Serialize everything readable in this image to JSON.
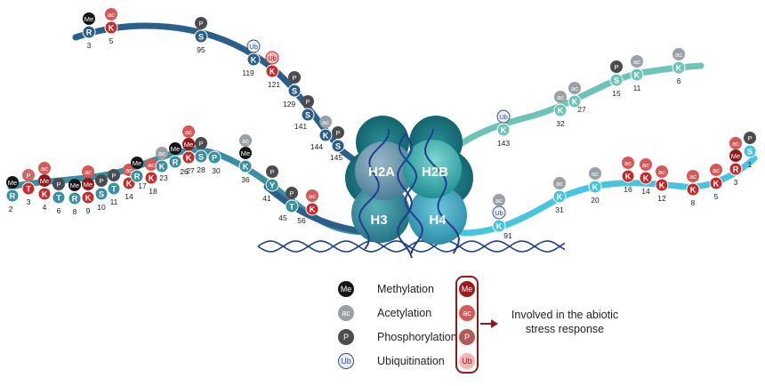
{
  "colors": {
    "methyl": "#151515",
    "acetyl": "#9aa0a6",
    "phospho": "#4a4c50",
    "ubiq": "#e9eff7",
    "lysine_red": "#c42b2b",
    "mod_red": "#d85757",
    "h3_tail": "#2b5f8a",
    "h3_lower": "#3a8fa0",
    "h2b_tail": "#6cc3b6",
    "h4_tail": "#47c4de",
    "h2a_core": "#5e8fa6",
    "h2b_core": "#2fa7a7",
    "h3_core": "#2e8b98",
    "h4_core": "#3aa3b8",
    "dna": "#1f3f8f"
  },
  "histones": {
    "h2a": "H2A",
    "h2b": "H2B",
    "h3": "H3",
    "h4": "H4"
  },
  "tails": {
    "h2a": {
      "residues": [
        {
          "aa": "R",
          "num": "3",
          "mods": [
            "Me"
          ],
          "red": false,
          "highlight_mod": false
        },
        {
          "aa": "K",
          "num": "5",
          "mods": [
            "ac"
          ],
          "red": true,
          "highlight_mod": true
        },
        {
          "aa": "S",
          "num": "95",
          "mods": [
            "P"
          ],
          "red": false,
          "highlight_mod": false
        },
        {
          "aa": "K",
          "num": "119",
          "mods": [
            "Ub"
          ],
          "red": false,
          "highlight_mod": false
        },
        {
          "aa": "K",
          "num": "121",
          "mods": [
            "Ub"
          ],
          "red": true,
          "highlight_mod": true
        },
        {
          "aa": "S",
          "num": "129",
          "mods": [
            "P"
          ],
          "red": false,
          "highlight_mod": false
        },
        {
          "aa": "S",
          "num": "141",
          "mods": [
            "P"
          ],
          "red": false,
          "highlight_mod": false
        },
        {
          "aa": "K",
          "num": "144",
          "mods": [
            "ac"
          ],
          "red": false,
          "highlight_mod": false
        },
        {
          "aa": "S",
          "num": "145",
          "mods": [
            "P"
          ],
          "red": false,
          "highlight_mod": false
        }
      ]
    },
    "h3": {
      "residues": [
        {
          "aa": "R",
          "num": "2",
          "mods": [
            "Me"
          ],
          "red": false
        },
        {
          "aa": "T",
          "num": "3",
          "mods": [
            "P"
          ],
          "red": true
        },
        {
          "aa": "K",
          "num": "4",
          "mods": [
            "Me",
            "ac"
          ],
          "red": true
        },
        {
          "aa": "T",
          "num": "6",
          "mods": [
            "P"
          ],
          "red": false
        },
        {
          "aa": "R",
          "num": "8",
          "mods": [
            "Me"
          ],
          "red": false
        },
        {
          "aa": "K",
          "num": "9",
          "mods": [
            "Me",
            "ac"
          ],
          "red": true
        },
        {
          "aa": "S",
          "num": "10",
          "mods": [
            "P"
          ],
          "red": false
        },
        {
          "aa": "T",
          "num": "11",
          "mods": [
            "P"
          ],
          "red": false
        },
        {
          "aa": "K",
          "num": "14",
          "mods": [
            "ac"
          ],
          "red": true
        },
        {
          "aa": "R",
          "num": "17",
          "mods": [
            "Me"
          ],
          "red": false
        },
        {
          "aa": "K",
          "num": "18",
          "mods": [
            "ac"
          ],
          "red": true
        },
        {
          "aa": "K",
          "num": "23",
          "mods": [
            "ac"
          ],
          "red": false
        },
        {
          "aa": "R",
          "num": "26",
          "mods": [
            "Me"
          ],
          "red": false
        },
        {
          "aa": "K",
          "num": "27",
          "mods": [
            "Me",
            "ac"
          ],
          "red": true
        },
        {
          "aa": "S",
          "num": "28",
          "mods": [
            "P"
          ],
          "red": false
        },
        {
          "aa": "P",
          "num": "30",
          "mods": [],
          "red": false
        },
        {
          "aa": "K",
          "num": "36",
          "mods": [
            "Me",
            "ac"
          ],
          "red": false
        },
        {
          "aa": "Y",
          "num": "41",
          "mods": [
            "P"
          ],
          "red": false
        },
        {
          "aa": "T",
          "num": "45",
          "mods": [
            "P"
          ],
          "red": false
        },
        {
          "aa": "K",
          "num": "56",
          "mods": [
            "ac"
          ],
          "red": true
        }
      ]
    },
    "h2b": {
      "residues": [
        {
          "aa": "K",
          "num": "143",
          "mods": [
            "Ub"
          ],
          "red": false
        },
        {
          "aa": "K",
          "num": "32",
          "mods": [
            "ac"
          ],
          "red": false
        },
        {
          "aa": "K",
          "num": "27",
          "mods": [
            "ac"
          ],
          "red": false
        },
        {
          "aa": "S",
          "num": "15",
          "mods": [
            "P"
          ],
          "red": false
        },
        {
          "aa": "K",
          "num": "11",
          "mods": [
            "ac"
          ],
          "red": false
        },
        {
          "aa": "K",
          "num": "6",
          "mods": [
            "ac"
          ],
          "red": false
        }
      ]
    },
    "h4": {
      "residues": [
        {
          "aa": "K",
          "num": "91",
          "mods": [
            "Ub",
            "ac"
          ],
          "red": false
        },
        {
          "aa": "K",
          "num": "31",
          "mods": [
            "ac"
          ],
          "red": false
        },
        {
          "aa": "K",
          "num": "20",
          "mods": [
            "ac"
          ],
          "red": false
        },
        {
          "aa": "K",
          "num": "16",
          "mods": [
            "ac"
          ],
          "red": true
        },
        {
          "aa": "K",
          "num": "14",
          "mods": [
            "ac"
          ],
          "red": true
        },
        {
          "aa": "K",
          "num": "12",
          "mods": [
            "ac"
          ],
          "red": true
        },
        {
          "aa": "K",
          "num": "8",
          "mods": [
            "ac"
          ],
          "red": true
        },
        {
          "aa": "K",
          "num": "5",
          "mods": [
            "ac"
          ],
          "red": true
        },
        {
          "aa": "R",
          "num": "3",
          "mods": [
            "Me",
            "ac"
          ],
          "red": true
        },
        {
          "aa": "S",
          "num": "1",
          "mods": [
            "P"
          ],
          "red": false
        }
      ]
    }
  },
  "legend": {
    "items": [
      {
        "symbol": "Me",
        "label": "Methylation"
      },
      {
        "symbol": "ac",
        "label": "Acetylation"
      },
      {
        "symbol": "P",
        "label": "Phosphorylation"
      },
      {
        "symbol": "Ub",
        "label": "Ubiquitination"
      }
    ],
    "stress_symbols": [
      "Me",
      "ac",
      "P",
      "Ub"
    ],
    "stress_label": "Involved in the abiotic stress response"
  }
}
